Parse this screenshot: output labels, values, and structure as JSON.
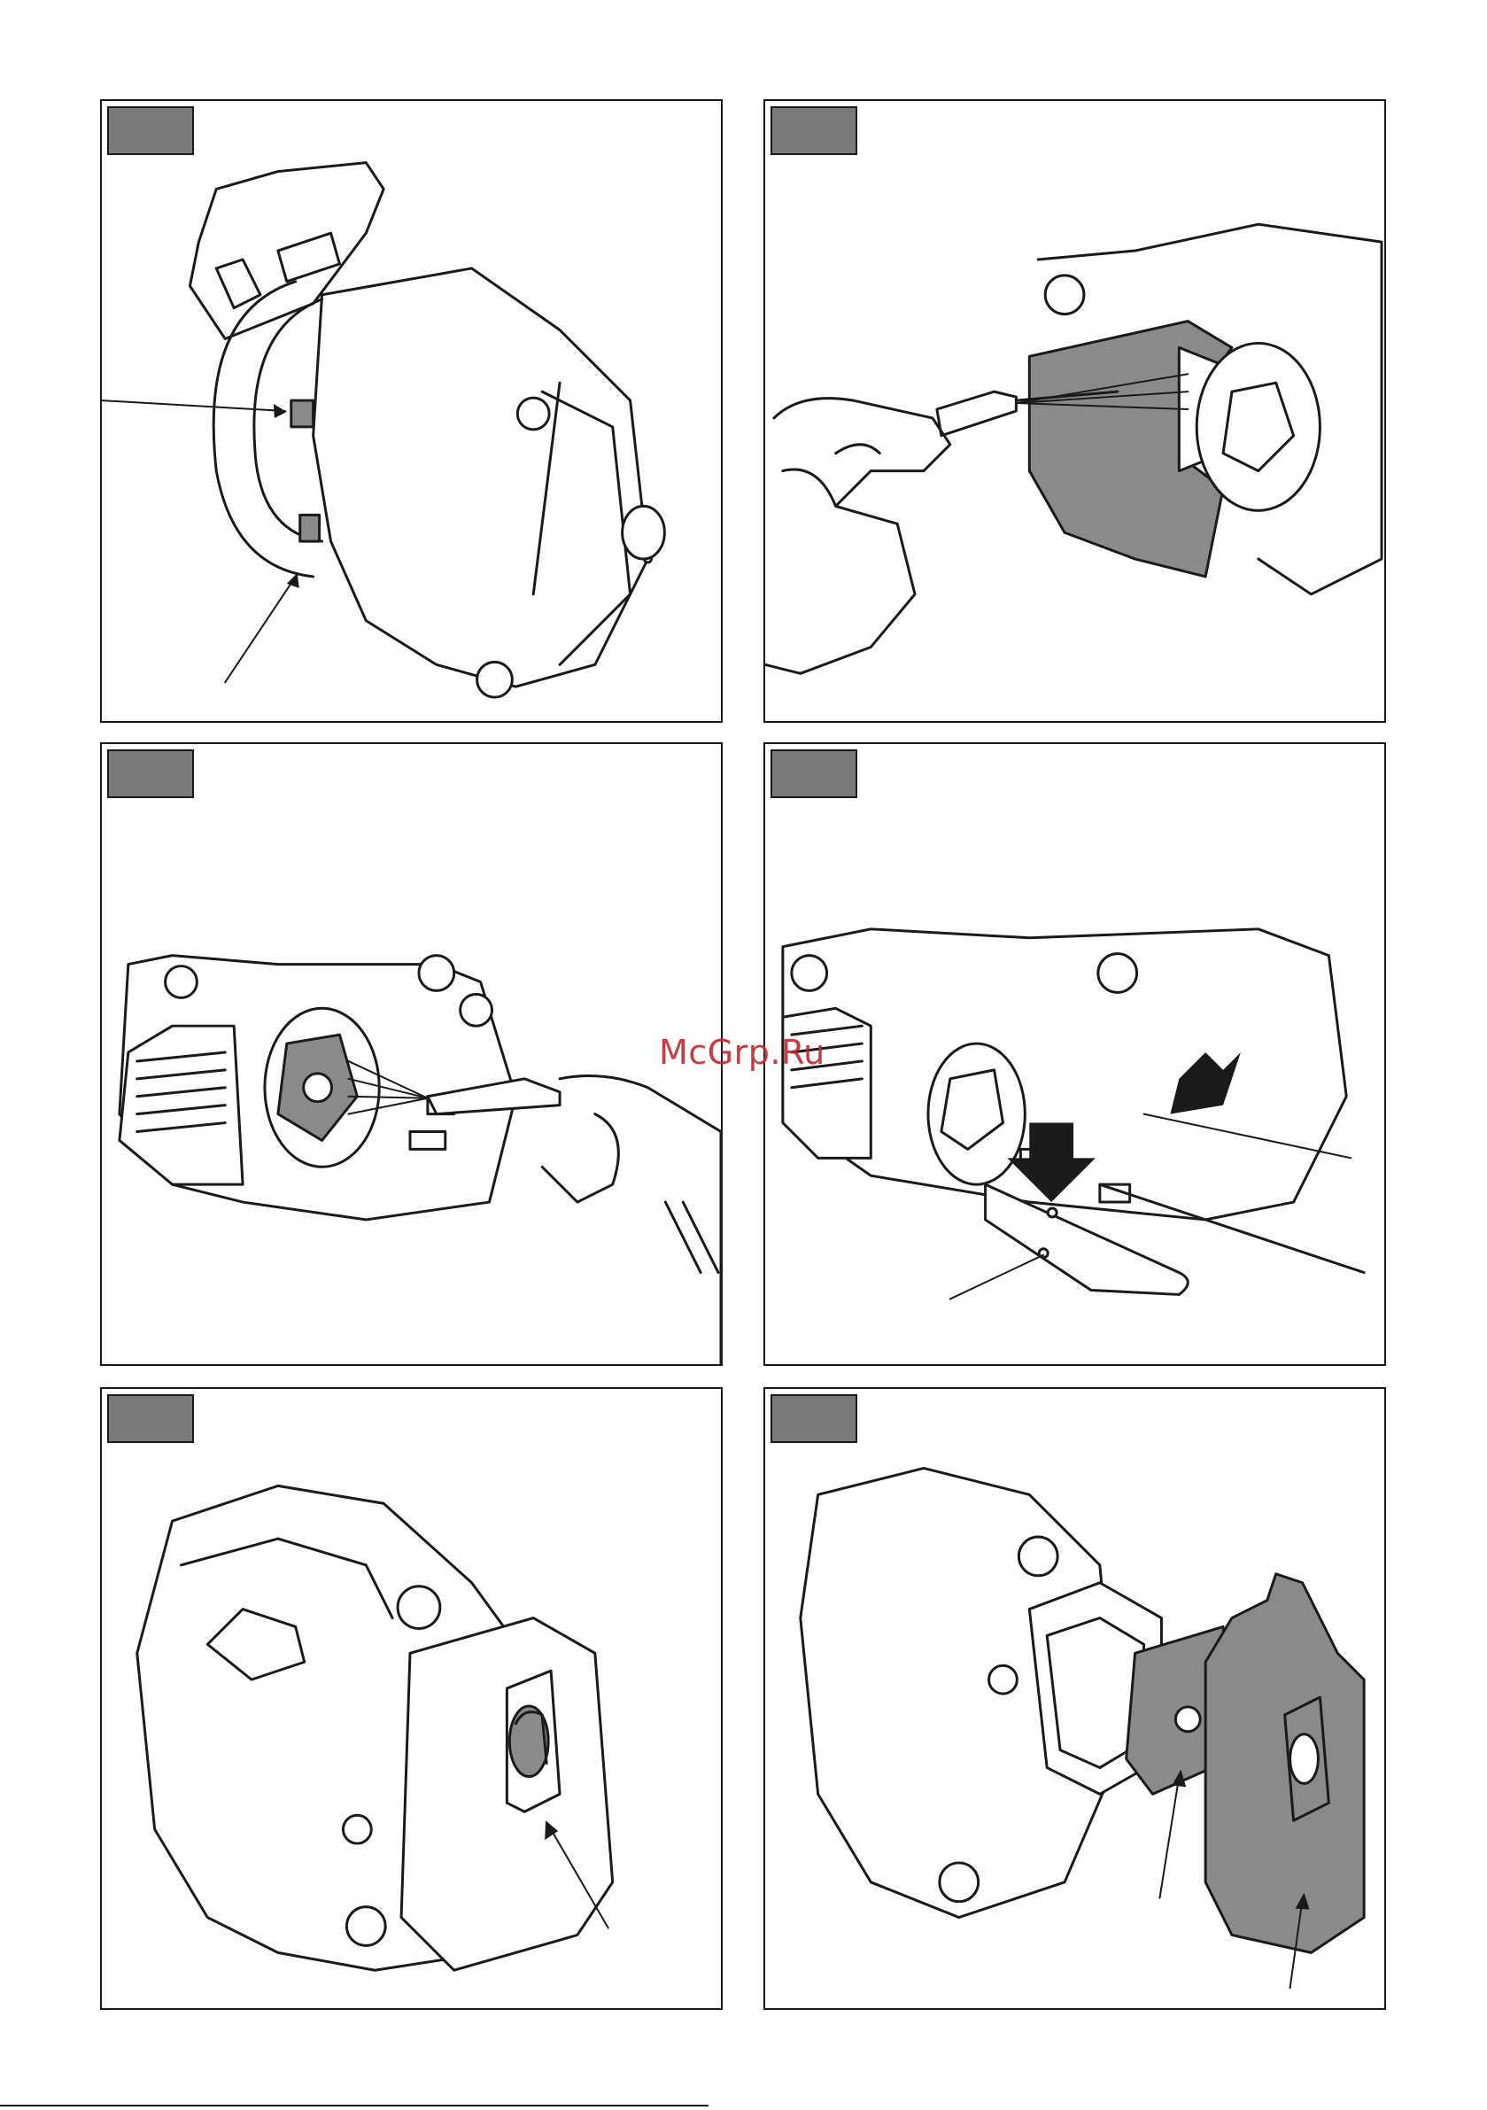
{
  "watermark": {
    "text": "McGrp.Ru",
    "color": "#c0282f"
  },
  "figures": [
    {
      "id": "fig-1",
      "label": "",
      "icon": "chainsaw-handle-bolts"
    },
    {
      "id": "fig-2",
      "label": "",
      "icon": "air-nozzle-cleaning-cover"
    },
    {
      "id": "fig-3",
      "label": "",
      "icon": "air-nozzle-cleaning-sprocket"
    },
    {
      "id": "fig-4",
      "label": "",
      "icon": "guide-bar-mounting-arrows"
    },
    {
      "id": "fig-5",
      "label": "",
      "icon": "air-filter-cover-knob"
    },
    {
      "id": "fig-6",
      "label": "",
      "icon": "air-filter-removal"
    }
  ],
  "colors": {
    "tag": "#7a7a7a",
    "line": "#1a1a1a",
    "shade": "#8a8a8a"
  }
}
